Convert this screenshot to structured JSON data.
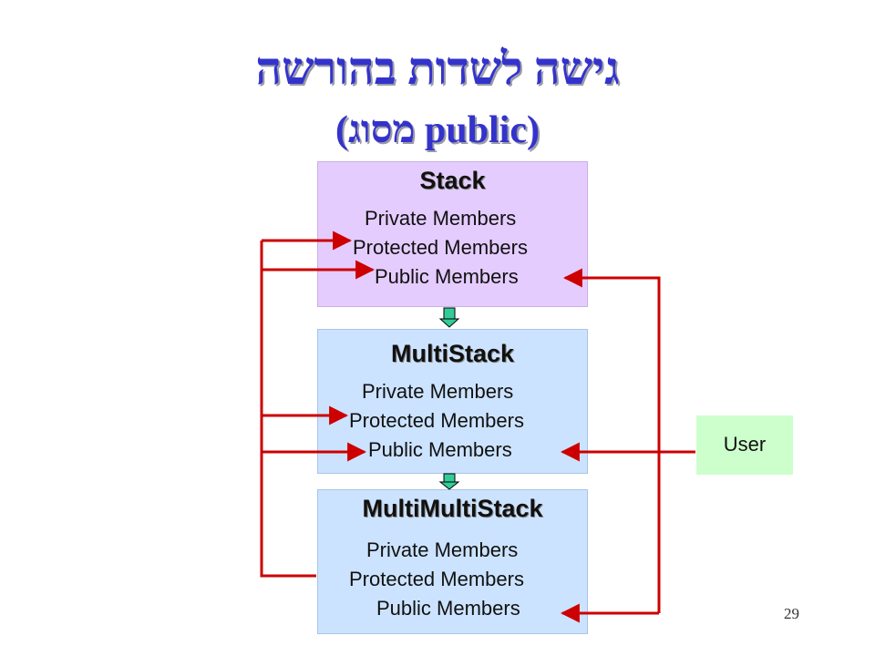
{
  "slide": {
    "title_line1": "גישה לשדות בהורשה",
    "title_line2": "(public מסוג)",
    "page_number": "29"
  },
  "boxes": {
    "stack": {
      "title": "Stack",
      "private": "Private Members",
      "protected": "Protected Members",
      "public": "Public Members"
    },
    "multistack": {
      "title": "MultiStack",
      "private": "Private Members",
      "protected": "Protected Members",
      "public": "Public Members"
    },
    "multimultistack": {
      "title": "MultiMultiStack",
      "private": "Private Members",
      "protected": "Protected Members",
      "public": "Public Members"
    },
    "user": {
      "label": "User"
    }
  },
  "colors": {
    "title": "#3333cc",
    "stack_fill": "#e5ccff",
    "derived_fill": "#cce3ff",
    "user_fill": "#ccffcc",
    "connector": "#cc0000",
    "inherit_arrow": "#33cc99"
  }
}
